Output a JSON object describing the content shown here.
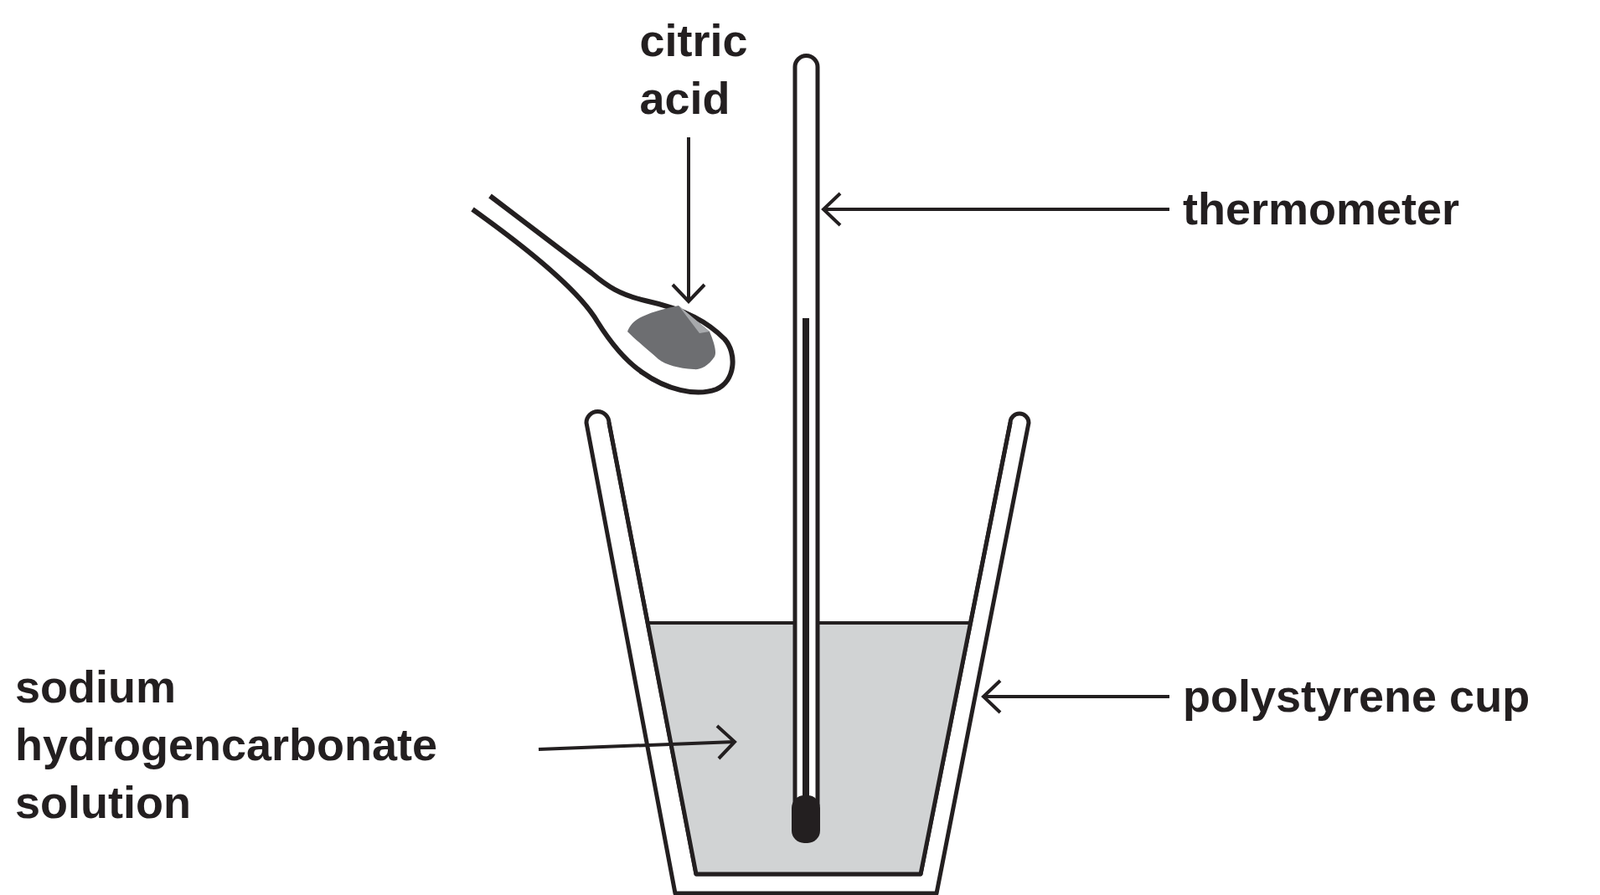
{
  "diagram": {
    "labels": [
      "citric acid",
      "thermometer",
      "sodium hydrogencarbonate solution",
      "polystyrene cup"
    ]
  }
}
